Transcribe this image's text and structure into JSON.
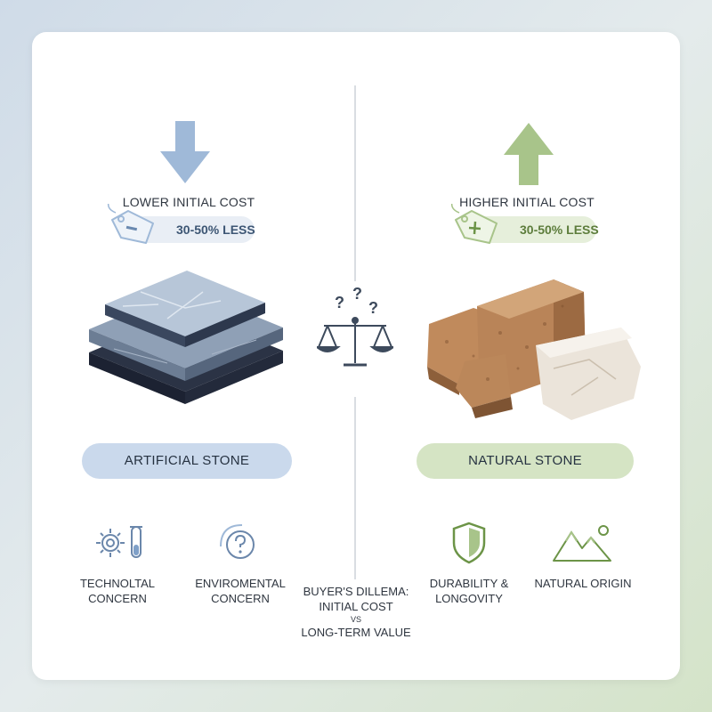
{
  "left": {
    "cost_label": "LOWER INITIAL COST",
    "price_text": "30-50% LESS",
    "name": "ARTIFICIAL STONE",
    "features": [
      {
        "line1": "TECHNOLTAL",
        "line2": "CONCERN"
      },
      {
        "line1": "ENVIROMENTAL",
        "line2": "CONCERN"
      }
    ]
  },
  "right": {
    "cost_label": "HIGHER INITIAL COST",
    "price_text": "30-50% LESS",
    "name": "NATURAL STONE",
    "features": [
      {
        "line1": "DURABILITY &",
        "line2": "LONGOVITY"
      },
      {
        "line1": "NATURAL ORIGIN",
        "line2": ""
      }
    ]
  },
  "center": {
    "question_marks": [
      "?",
      "?",
      "?"
    ],
    "dilemma_line1": "BUYER'S DILLEMA:",
    "dilemma_line2": "INITIAL COST",
    "dilemma_vs": "VS",
    "dilemma_line3": "LONG-TERM VALUE"
  },
  "colors": {
    "blue_accent": "#9fb9d8",
    "blue_pill": "#cad9ec",
    "green_accent": "#a8c48a",
    "green_pill": "#d5e4c4",
    "text_dark": "#2f3640"
  },
  "icons": [
    "down-arrow-icon",
    "up-arrow-icon",
    "price-tag-minus-icon",
    "price-tag-plus-icon",
    "balance-scale-icon",
    "gear-test-tube-icon",
    "leaf-question-icon",
    "shield-icon",
    "mountains-icon"
  ]
}
